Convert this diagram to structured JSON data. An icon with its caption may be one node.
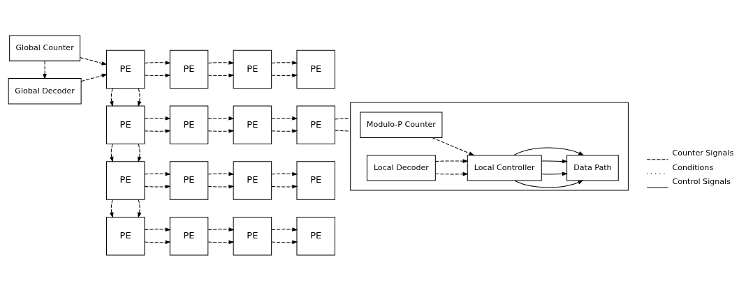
{
  "diagram": {
    "nodes": [
      {
        "text": [
          "Global Counter"
        ]
      },
      {
        "text": [
          "Global Decoder"
        ]
      },
      {
        "text": [
          "PE"
        ]
      },
      {
        "text": [
          "PE"
        ]
      },
      {
        "text": [
          "PE"
        ]
      },
      {
        "text": [
          "PE"
        ]
      },
      {
        "text": [
          "PE"
        ]
      },
      {
        "text": [
          "PE"
        ]
      },
      {
        "text": [
          "PE"
        ]
      },
      {
        "text": [
          "PE"
        ]
      },
      {
        "text": [
          "PE"
        ]
      },
      {
        "text": [
          "PE"
        ]
      },
      {
        "text": [
          "PE"
        ]
      },
      {
        "text": [
          "PE"
        ]
      },
      {
        "text": [
          "PE"
        ]
      },
      {
        "text": [
          "PE"
        ]
      },
      {
        "text": [
          "PE"
        ]
      },
      {
        "text": [
          "PE"
        ]
      },
      {
        "text": [],
        "shape": "box"
      },
      {
        "text": [
          "Modulo-P Counter"
        ],
        "in": 18
      },
      {
        "text": [
          "Local Decoder"
        ],
        "in": 18
      },
      {
        "text": [
          "Local Controller"
        ],
        "in": 18
      },
      {
        "text": [
          "Data Path"
        ],
        "in": 18
      }
    ],
    "edges": [
      {
        "from": 0,
        "to": 2,
        "arrow": "to",
        "style": "dashed"
      },
      {
        "from": 0,
        "to": 1,
        "arrow": "to",
        "style": "dashed"
      },
      {
        "from": 1,
        "to": 2,
        "arrow": "to",
        "style": "dashed"
      },
      {
        "from": 2,
        "to": 3,
        "arrow": "to",
        "style": "dashed"
      },
      {
        "from": 2,
        "to": 3,
        "arrow": "to",
        "style": "dashed"
      },
      {
        "from": 3,
        "to": 4,
        "arrow": "to",
        "style": "dashed"
      },
      {
        "from": 3,
        "to": 4,
        "arrow": "to",
        "style": "dashed"
      },
      {
        "from": 4,
        "to": 5,
        "arrow": "to",
        "style": "dashed"
      },
      {
        "from": 4,
        "to": 5,
        "arrow": "to",
        "style": "dashed"
      },
      {
        "from": 2,
        "to": 6,
        "arrow": "to",
        "style": "dashed"
      },
      {
        "from": 2,
        "to": 6,
        "arrow": "to",
        "style": "dashed"
      },
      {
        "from": 6,
        "to": 7,
        "arrow": "to",
        "style": "dashed"
      },
      {
        "from": 6,
        "to": 7,
        "arrow": "to",
        "style": "dashed"
      },
      {
        "from": 7,
        "to": 8,
        "arrow": "to",
        "style": "dashed"
      },
      {
        "from": 7,
        "to": 8,
        "arrow": "to",
        "style": "dashed"
      },
      {
        "from": 8,
        "to": 9,
        "arrow": "to",
        "style": "dashed"
      },
      {
        "from": 8,
        "to": 9,
        "arrow": "to",
        "style": "dashed"
      },
      {
        "from": 9,
        "to": 18,
        "arrow": "none",
        "style": "dashed"
      },
      {
        "from": 9,
        "to": 18,
        "arrow": "none",
        "style": "dashed"
      },
      {
        "from": 6,
        "to": 10,
        "arrow": "to",
        "style": "dashed"
      },
      {
        "from": 6,
        "to": 10,
        "arrow": "to",
        "style": "dashed"
      },
      {
        "from": 10,
        "to": 11,
        "arrow": "to",
        "style": "dashed"
      },
      {
        "from": 10,
        "to": 11,
        "arrow": "to",
        "style": "dashed"
      },
      {
        "from": 11,
        "to": 12,
        "arrow": "to",
        "style": "dashed"
      },
      {
        "from": 11,
        "to": 12,
        "arrow": "to",
        "style": "dashed"
      },
      {
        "from": 12,
        "to": 13,
        "arrow": "to",
        "style": "dashed"
      },
      {
        "from": 12,
        "to": 13,
        "arrow": "to",
        "style": "dashed"
      },
      {
        "from": 10,
        "to": 14,
        "arrow": "to",
        "style": "dashed"
      },
      {
        "from": 10,
        "to": 14,
        "arrow": "to",
        "style": "dashed"
      },
      {
        "from": 14,
        "to": 15,
        "arrow": "to",
        "style": "dashed"
      },
      {
        "from": 14,
        "to": 15,
        "arrow": "to",
        "style": "dashed"
      },
      {
        "from": 15,
        "to": 16,
        "arrow": "to",
        "style": "dashed"
      },
      {
        "from": 15,
        "to": 16,
        "arrow": "to",
        "style": "dashed"
      },
      {
        "from": 16,
        "to": 17,
        "arrow": "to",
        "style": "dashed"
      },
      {
        "from": 16,
        "to": 17,
        "arrow": "to",
        "style": "dashed"
      },
      {
        "from": 19,
        "to": 21,
        "arrow": "to",
        "style": "dashed"
      },
      {
        "from": 20,
        "to": 21,
        "arrow": "to",
        "style": "dashed"
      },
      {
        "from": 20,
        "to": 21,
        "arrow": "to",
        "style": "dashed"
      },
      {
        "from": 21,
        "to": 22,
        "arrow": "to"
      },
      {
        "from": 21,
        "to": 22,
        "arrow": "to"
      },
      {
        "from": 21,
        "to": 22,
        "arrow": "to"
      },
      {
        "from": 21,
        "to": 22,
        "arrow": "to"
      }
    ],
    "legend": [
      {
        "text": "Counter Signals"
      },
      {
        "text": "Conditions"
      },
      {
        "text": "Control Signals"
      }
    ]
  }
}
